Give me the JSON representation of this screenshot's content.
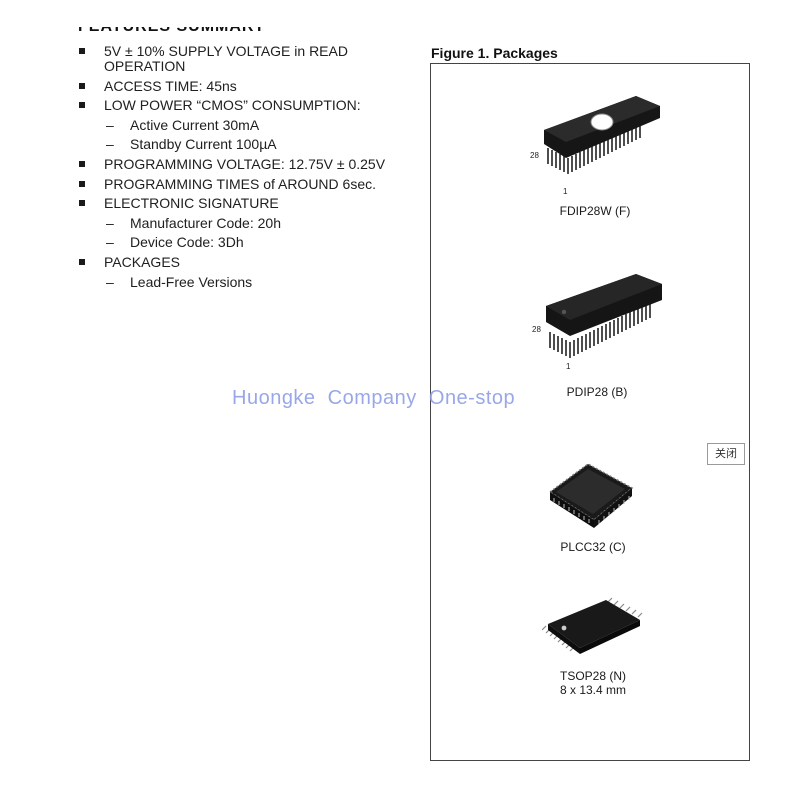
{
  "features": {
    "heading": "FEATURES SUMMARY",
    "items": [
      {
        "text": "5V ± 10% SUPPLY VOLTAGE in READ\nOPERATION"
      },
      {
        "text": "ACCESS TIME: 45ns"
      },
      {
        "text": "LOW POWER “CMOS” CONSUMPTION:",
        "sub": [
          "Active Current 30mA",
          "Standby Current 100µA"
        ]
      },
      {
        "text": "PROGRAMMING VOLTAGE: 12.75V ± 0.25V"
      },
      {
        "text": "PROGRAMMING TIMES of AROUND 6sec."
      },
      {
        "text": "ELECTRONIC SIGNATURE",
        "sub": [
          "Manufacturer Code: 20h",
          "Device Code: 3Dh"
        ]
      },
      {
        "text": "PACKAGES",
        "sub": [
          "Lead-Free Versions"
        ]
      }
    ],
    "dash": "–"
  },
  "figure": {
    "title": "Figure 1. Packages",
    "packages": [
      {
        "label": "FDIP28W (F)",
        "pin_high": "28",
        "pin_low": "1",
        "icon": "ceramic-dip-window-chip"
      },
      {
        "label": "PDIP28 (B)",
        "pin_high": "28",
        "pin_low": "1",
        "icon": "plastic-dip-chip"
      },
      {
        "label": "PLCC32 (C)",
        "icon": "plcc-chip"
      },
      {
        "label": "TSOP28 (N)",
        "sub_label": "8 x 13.4 mm",
        "icon": "tsop-chip"
      }
    ]
  },
  "watermark": {
    "text": "Huongke  Company  One-stop",
    "color": "#8f9ee6"
  },
  "close_button": {
    "label": "关闭"
  }
}
